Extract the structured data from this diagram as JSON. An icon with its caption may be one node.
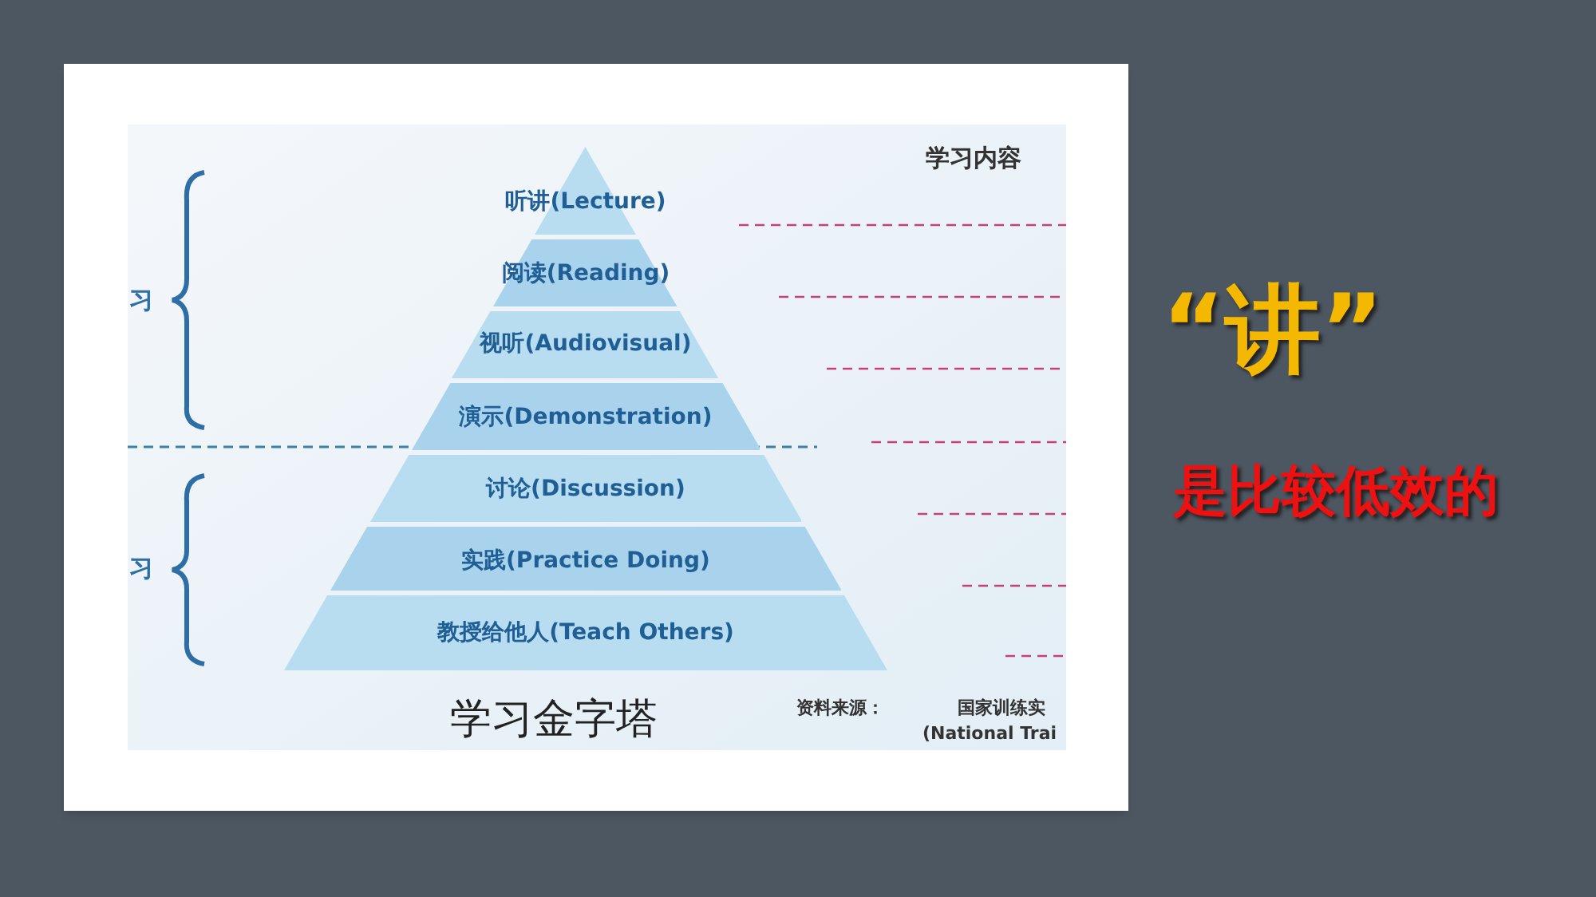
{
  "diagram": {
    "nodes": [
      {
        "text": [
          "听讲(Lecture)"
        ]
      },
      {
        "text": [
          "阅读(Reading)"
        ]
      },
      {
        "text": [
          "视听(Audiovisual)"
        ]
      },
      {
        "text": [
          "演示(Demonstration)"
        ]
      },
      {
        "text": [
          "讨论(Discussion)"
        ]
      },
      {
        "text": [
          "实践(Practice Doing)"
        ]
      },
      {
        "text": [
          "教授给他人(Teach Others)"
        ]
      }
    ],
    "edges": [],
    "labels": [
      "学习内容",
      "习",
      "习",
      "学习金字塔",
      "资料来源：",
      "国家训练实",
      "(National Trai",
      "“讲”",
      "是比较低效的"
    ]
  }
}
